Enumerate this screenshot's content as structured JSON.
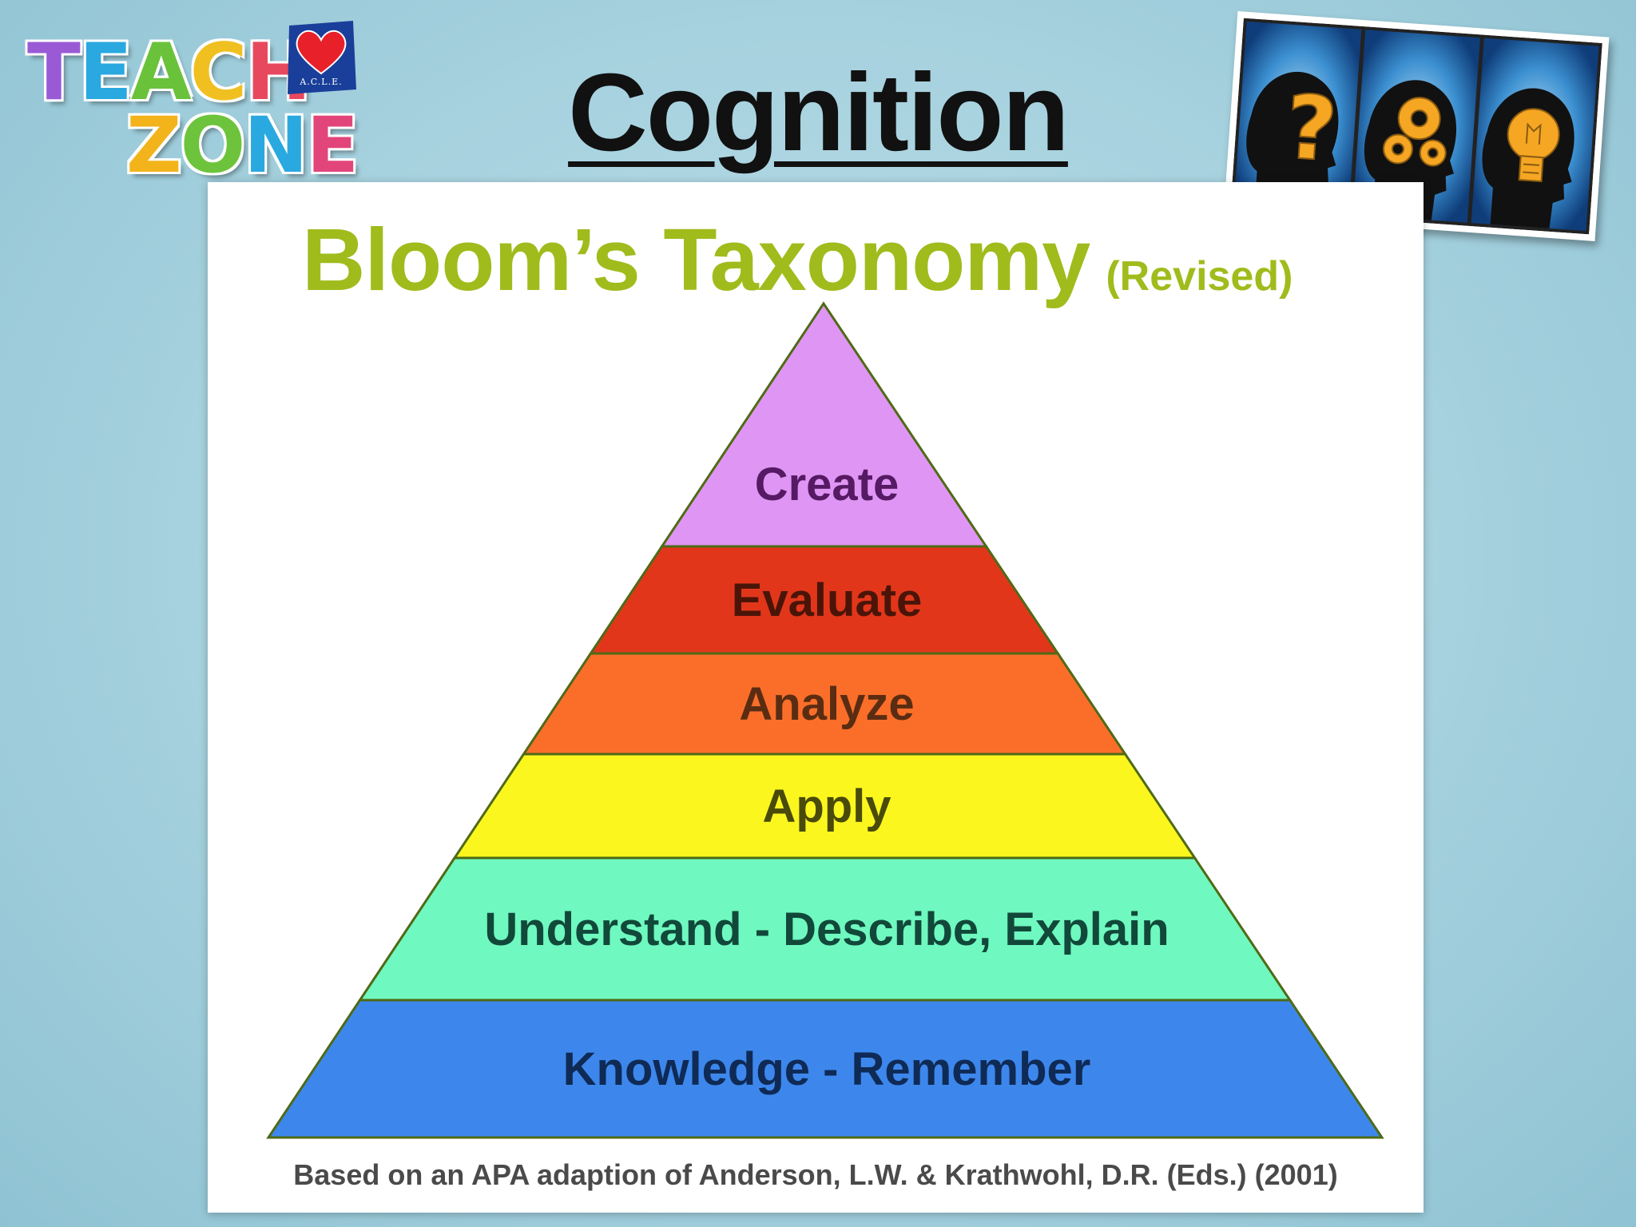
{
  "slide": {
    "title": "Cognition"
  },
  "logo": {
    "word1_letters": [
      "T",
      "E",
      "A",
      "C",
      "H"
    ],
    "word1_colors": [
      "#9a5ad6",
      "#2aa8e0",
      "#69c23a",
      "#f0c020",
      "#e8485e"
    ],
    "word2_letters": [
      "Z",
      "O",
      "N",
      "E"
    ],
    "word2_colors": [
      "#f2b41a",
      "#6dc43c",
      "#29a9e0",
      "#e2457a"
    ],
    "badge_text": "A.C.L.E."
  },
  "diagram": {
    "title": "Bloom’s Taxonomy",
    "subtitle": "(Revised)",
    "levels": [
      {
        "label": "Create",
        "color": "#df95f3",
        "text_color": "#551a63"
      },
      {
        "label": "Evaluate",
        "color": "#e2361b",
        "text_color": "#4a1508"
      },
      {
        "label": "Analyze",
        "color": "#fb6e2a",
        "text_color": "#5a2d12"
      },
      {
        "label": "Apply",
        "color": "#fbf61e",
        "text_color": "#4a4a0a"
      },
      {
        "label": "Understand - Describe, Explain",
        "color": "#6ff8bf",
        "text_color": "#11483a"
      },
      {
        "label": "Knowledge - Remember",
        "color": "#3d87ec",
        "text_color": "#0f2a55"
      }
    ],
    "outline_color": "#4f6a16",
    "footer": "Based on an APA adaption of Anderson, L.W. & Krathwohl, D.R. (Eds.) (2001)"
  },
  "photo": {
    "panels": [
      "question-mark",
      "gears",
      "light-bulb"
    ],
    "accent_color": "#f5a623"
  }
}
